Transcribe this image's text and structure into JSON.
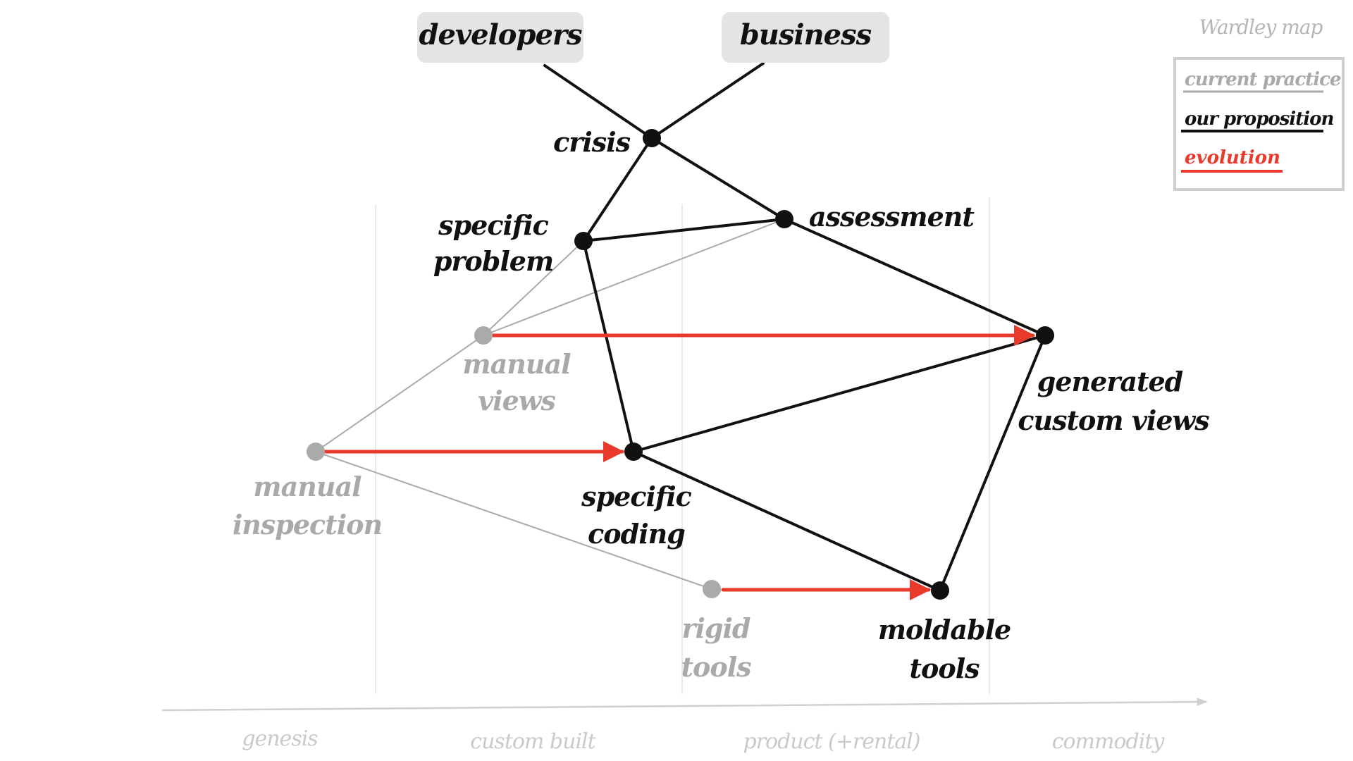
{
  "diagram": {
    "title": "Wardley map",
    "legend": {
      "current": "current practice",
      "ours": "our proposition",
      "evolution": "evolution"
    },
    "colors": {
      "current": "#aaaaaa",
      "ours": "#111111",
      "evolution": "#e8392b",
      "stakeholder_box": "#e4e4e4",
      "grid": "#e3e3e3",
      "axis": "#d0d0d0"
    },
    "stakeholders": {
      "developers": "developers",
      "business": "business"
    },
    "nodes": {
      "crisis": "crisis",
      "assessment": "assessment",
      "specific_problem": [
        "specific",
        "problem"
      ],
      "manual_views": [
        "manual",
        "views"
      ],
      "generated_custom_views": [
        "generated",
        "custom views"
      ],
      "manual_inspection": [
        "manual",
        "inspection"
      ],
      "specific_coding": [
        "specific",
        "coding"
      ],
      "rigid_tools": [
        "rigid",
        "tools"
      ],
      "moldable_tools": [
        "moldable",
        "tools"
      ]
    },
    "axis_stages": [
      "genesis",
      "custom built",
      "product (+rental)",
      "commodity"
    ]
  }
}
